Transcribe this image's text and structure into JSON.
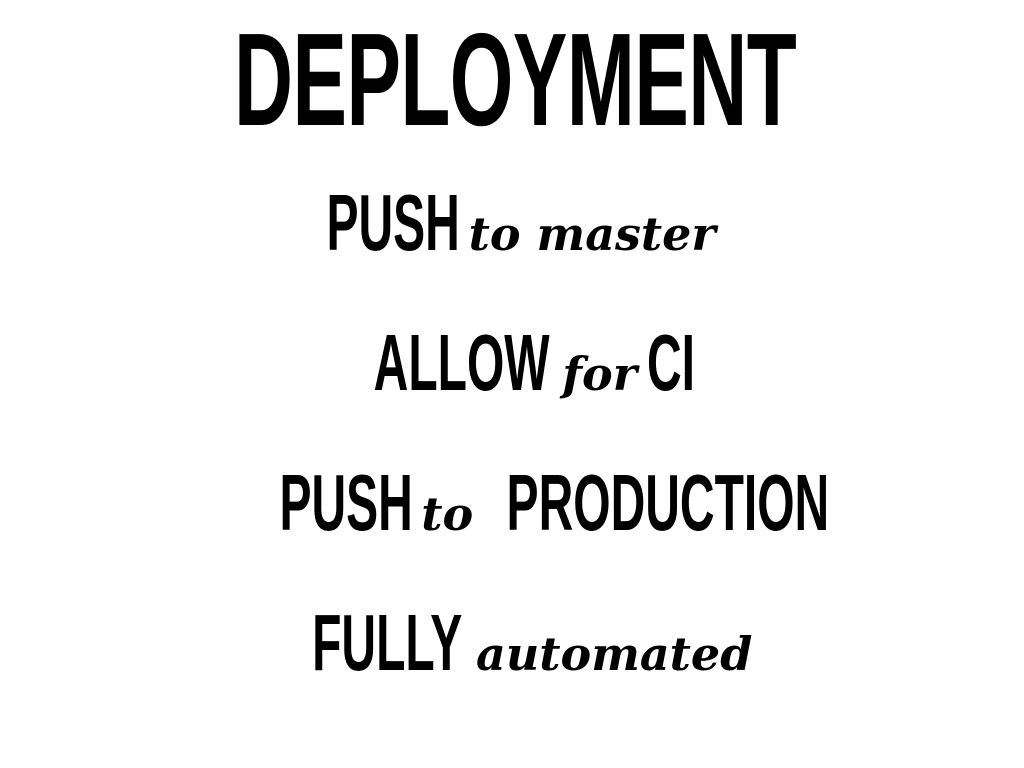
{
  "slide": {
    "title": "DEPLOYMENT",
    "lines": [
      {
        "caps": "PUSH",
        "script": "to master",
        "caps2": ""
      },
      {
        "caps": "ALLOW",
        "script": "for",
        "caps2": "CI"
      },
      {
        "caps": "PUSH",
        "script": "to",
        "caps2": "PRODUCTION"
      },
      {
        "caps": "FULLY",
        "script": "automated",
        "caps2": ""
      }
    ],
    "colors": {
      "background": "#ffffff",
      "text": "#000000"
    }
  }
}
